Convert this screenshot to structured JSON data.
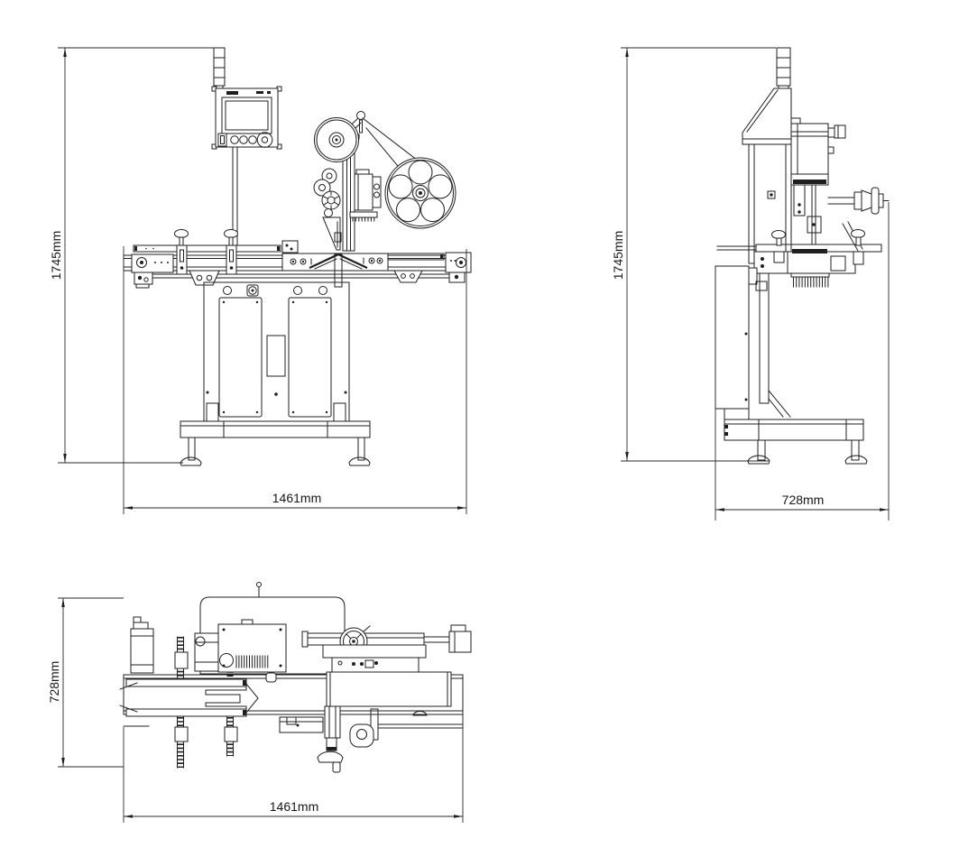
{
  "colors": {
    "line": "#1f1f1f",
    "background": "#ffffff"
  },
  "views": {
    "front": {
      "height_label": "1745mm",
      "width_label": "1461mm"
    },
    "side": {
      "height_label": "1745mm",
      "width_label": "728mm"
    },
    "top": {
      "height_label": "728mm",
      "width_label": "1461mm"
    }
  }
}
